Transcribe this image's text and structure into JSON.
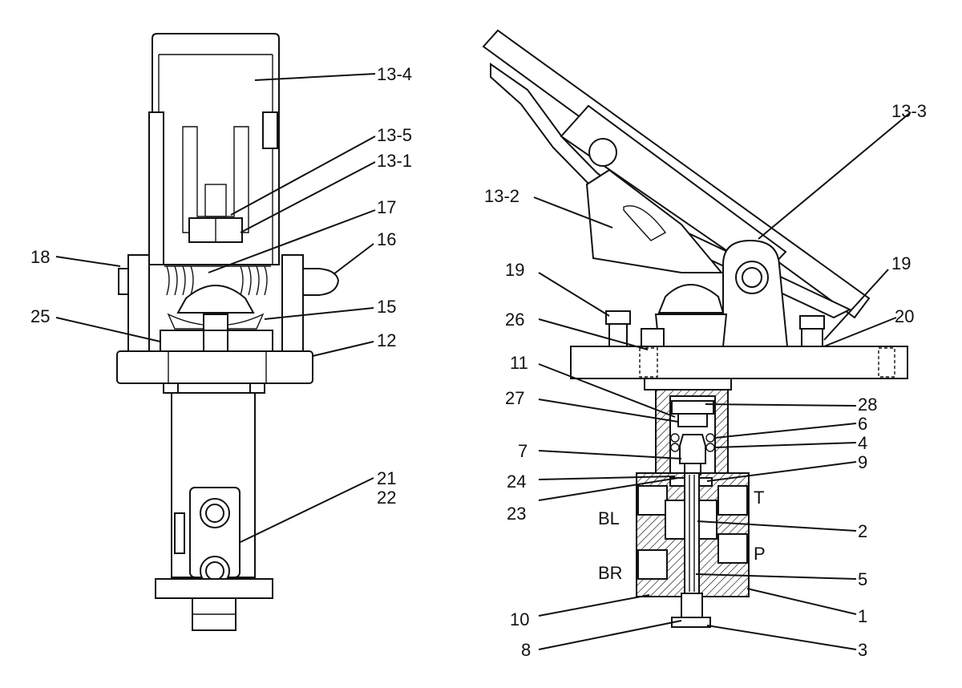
{
  "left_view": {
    "labels": {
      "l13_4": "13-4",
      "l13_5": "13-5",
      "l13_1": "13-1",
      "l17": "17",
      "l16": "16",
      "l18": "18",
      "l15": "15",
      "l25": "25",
      "l12": "12",
      "l21": "21",
      "l22": "22"
    }
  },
  "right_view": {
    "labels": {
      "l13_3": "13-3",
      "l13_2": "13-2",
      "l19a": "19",
      "l19b": "19",
      "l20": "20",
      "l26": "26",
      "l11": "11",
      "l28": "28",
      "l27": "27",
      "l6": "6",
      "l4": "4",
      "l7": "7",
      "l9": "9",
      "l24": "24",
      "l23": "23",
      "lT": "T",
      "lBL": "BL",
      "l2": "2",
      "lP": "P",
      "lBR": "BR",
      "l5": "5",
      "l10": "10",
      "l1": "1",
      "l8": "8",
      "l3": "3"
    }
  }
}
